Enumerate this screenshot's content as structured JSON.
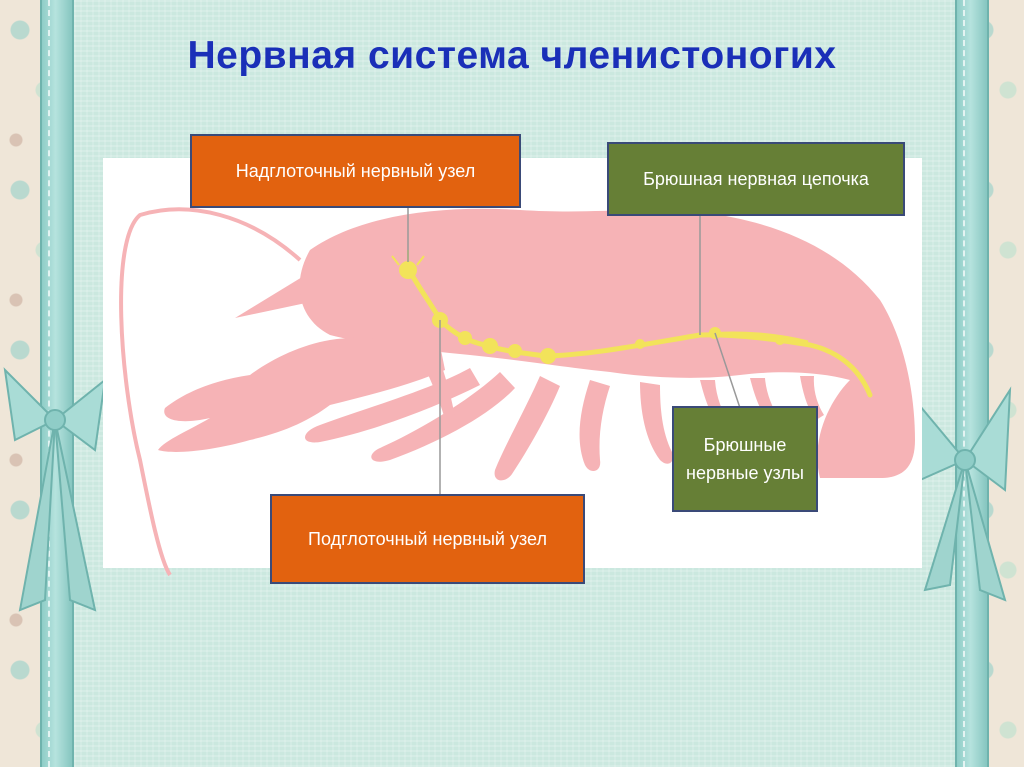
{
  "title": "Нервная система членистоногих",
  "labels": {
    "supraesophageal": "Надглоточный нервный узел",
    "ventral_chain": "Брюшная нервная цепочка",
    "ventral_ganglia": "Брюшные нервные узлы",
    "subesophageal": "Подглоточный нервный узел"
  },
  "colors": {
    "title": "#1a2fb8",
    "orange_box": "#e2620f",
    "green_box": "#667f36",
    "body_pink": "#f6b3b6",
    "nerve_yellow": "#f2e35a",
    "slide_bg": "#cbe8df"
  }
}
